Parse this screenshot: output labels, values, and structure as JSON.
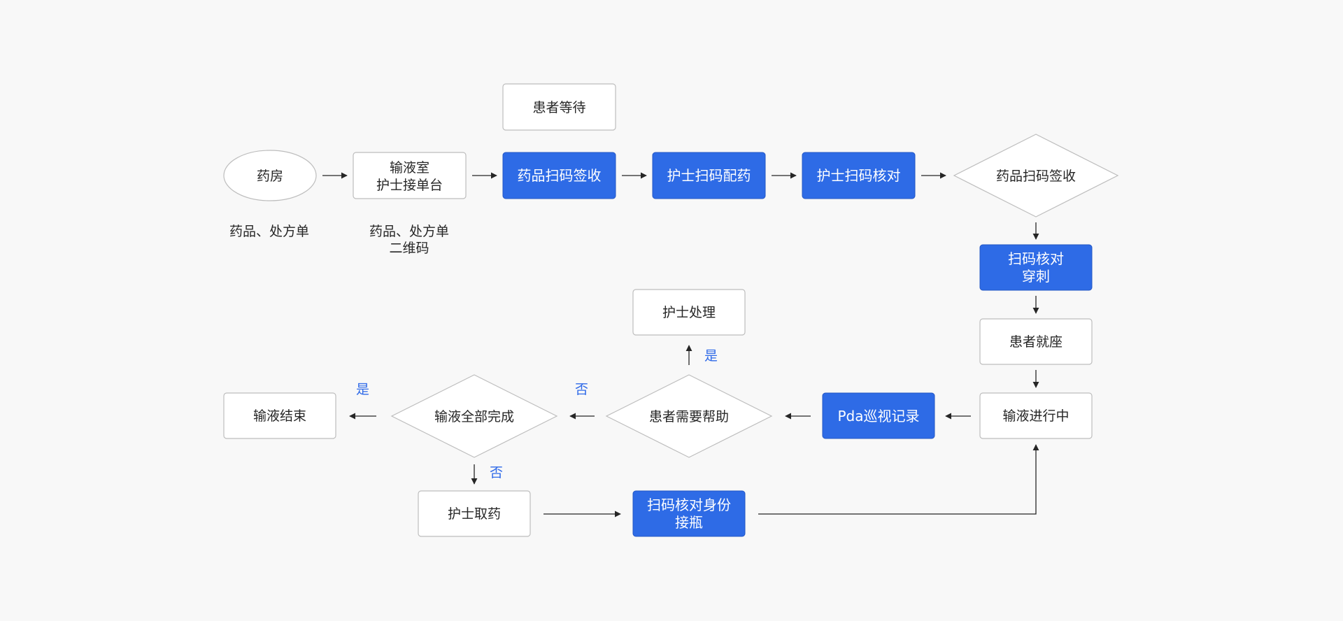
{
  "diagram": {
    "colors": {
      "background": "#f8f8f8",
      "blue_node": "#2e6be6",
      "white_node": "#ffffff",
      "border": "#bdbdbd",
      "label_yes_no": "#2f6ae8",
      "text": "#262626"
    },
    "nodes": {
      "pharmacy": {
        "lines": [
          "药房"
        ]
      },
      "infusion_room": {
        "lines": [
          "输液室",
          "护士接单台"
        ]
      },
      "patient_waiting": {
        "lines": [
          "患者等待"
        ]
      },
      "scan_receive_1": {
        "lines": [
          "药品扫码签收"
        ]
      },
      "nurse_dispense": {
        "lines": [
          "护士扫码配药"
        ]
      },
      "nurse_check": {
        "lines": [
          "护士扫码核对"
        ]
      },
      "scan_receive_diamond": {
        "lines": [
          "药品扫码签收"
        ]
      },
      "scan_puncture": {
        "lines": [
          "扫码核对",
          "穿刺"
        ]
      },
      "patient_seated": {
        "lines": [
          "患者就座"
        ]
      },
      "infusion_in_progress": {
        "lines": [
          "输液进行中"
        ]
      },
      "pda_patrol": {
        "lines": [
          "Pda巡视记录"
        ]
      },
      "patient_needs_help": {
        "lines": [
          "患者需要帮助"
        ]
      },
      "nurse_handle": {
        "lines": [
          "护士处理"
        ]
      },
      "infusion_all_done": {
        "lines": [
          "输液全部完成"
        ]
      },
      "infusion_end": {
        "lines": [
          "输液结束"
        ]
      },
      "nurse_take_medicine": {
        "lines": [
          "护士取药"
        ]
      },
      "scan_identity_bottle": {
        "lines": [
          "扫码核对身份",
          "接瓶"
        ]
      }
    },
    "notes": {
      "pharmacy_note": [
        "药品、处方单"
      ],
      "infusion_room_note": [
        "药品、处方单",
        "二维码"
      ]
    },
    "edge_labels": {
      "help_yes": "是",
      "help_no": "否",
      "done_yes": "是",
      "done_no": "否"
    }
  }
}
